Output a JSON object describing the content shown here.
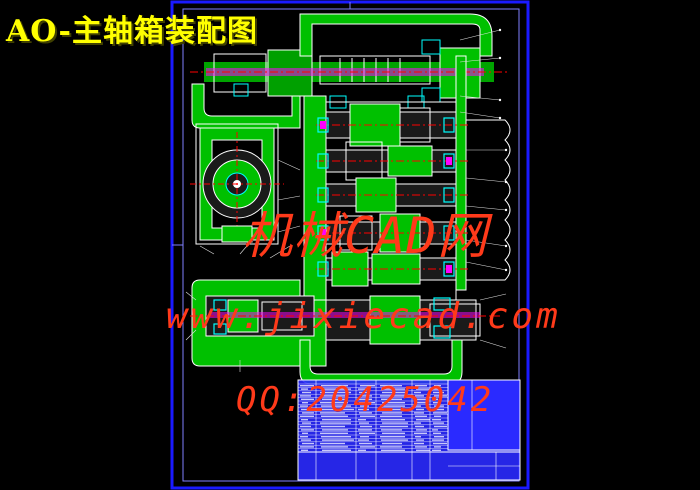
{
  "title": "AO-主轴箱装配图",
  "watermark": {
    "site_name": "机械CAD网",
    "url": "www.jixiecad.com",
    "contact": "QQ:20425042"
  },
  "colors": {
    "background": "#000000",
    "title": "#ffff00",
    "frame": "#1a1aff",
    "outline": "#ffffff",
    "section_fill": "#00c000",
    "shaft": "#ff00ff",
    "bearing": "#00ffff",
    "center_line": "#ff0000",
    "watermark": "#ff3a1a",
    "parts_table": "#2a2aff"
  }
}
